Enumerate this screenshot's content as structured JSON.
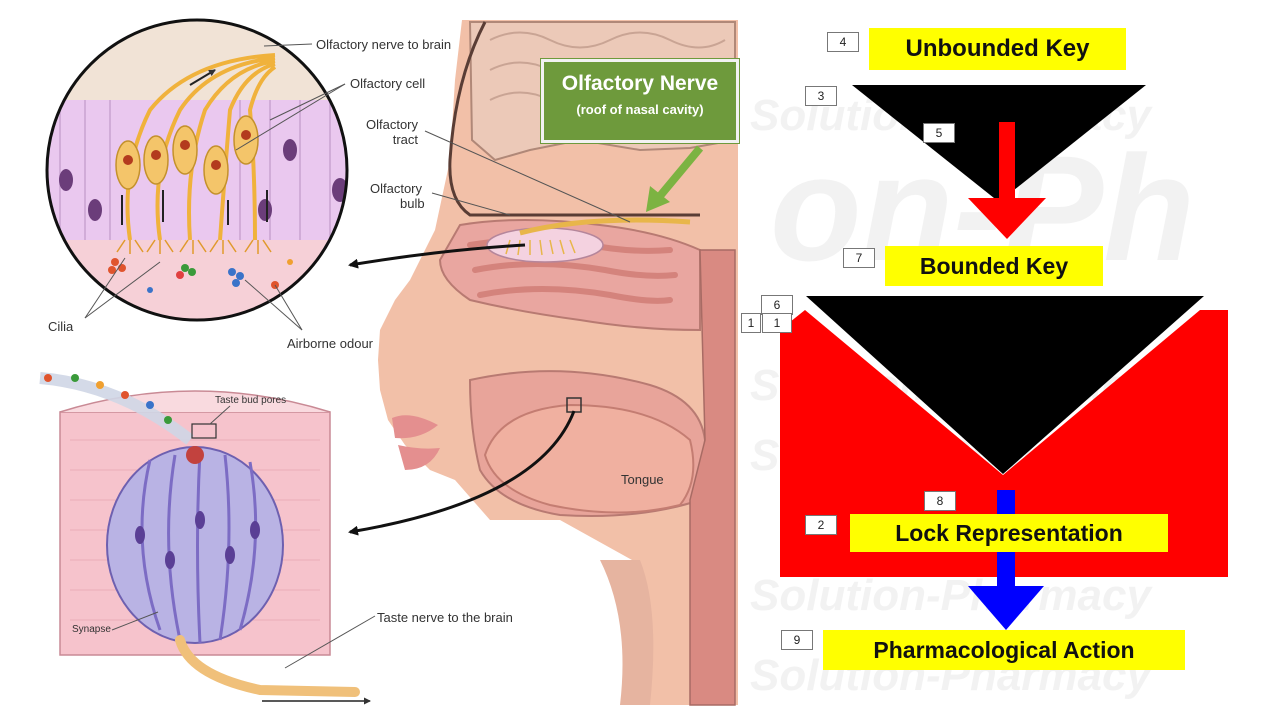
{
  "anatomy": {
    "callout_title": "Olfactory Nerve",
    "callout_subtitle": "(roof of nasal cavity)",
    "labels": {
      "olfactory_nerve_to_brain": "Olfactory nerve to brain",
      "olfactory_cell": "Olfactory cell",
      "olfactory_tract_line1": "Olfactory",
      "olfactory_tract_line2": "tract",
      "olfactory_bulb_line1": "Olfactory",
      "olfactory_bulb_line2": "bulb",
      "cilia": "Cilia",
      "airborne_odour": "Airborne odour",
      "taste_bud_pores": "Taste bud pores",
      "tongue": "Tongue",
      "synapse": "Synapse",
      "taste_nerve": "Taste nerve to the brain"
    }
  },
  "lock_key": {
    "unbounded_key": "Unbounded Key",
    "bounded_key": "Bounded Key",
    "lock_representation": "Lock Representation",
    "pharmacological_action": "Pharmacological Action",
    "numbers": {
      "n4": "4",
      "n3": "3",
      "n5": "5",
      "n7": "7",
      "n6": "6",
      "n1a": "1",
      "n1b": "1",
      "n8": "8",
      "n2": "2",
      "n9": "9"
    },
    "colors": {
      "key": "#000000",
      "lock": "#ff0000",
      "arrow_red": "#ff0000",
      "arrow_blue": "#0000ff",
      "label_bg": "#ffff00"
    }
  },
  "watermark": "Solution-Pharmacy"
}
